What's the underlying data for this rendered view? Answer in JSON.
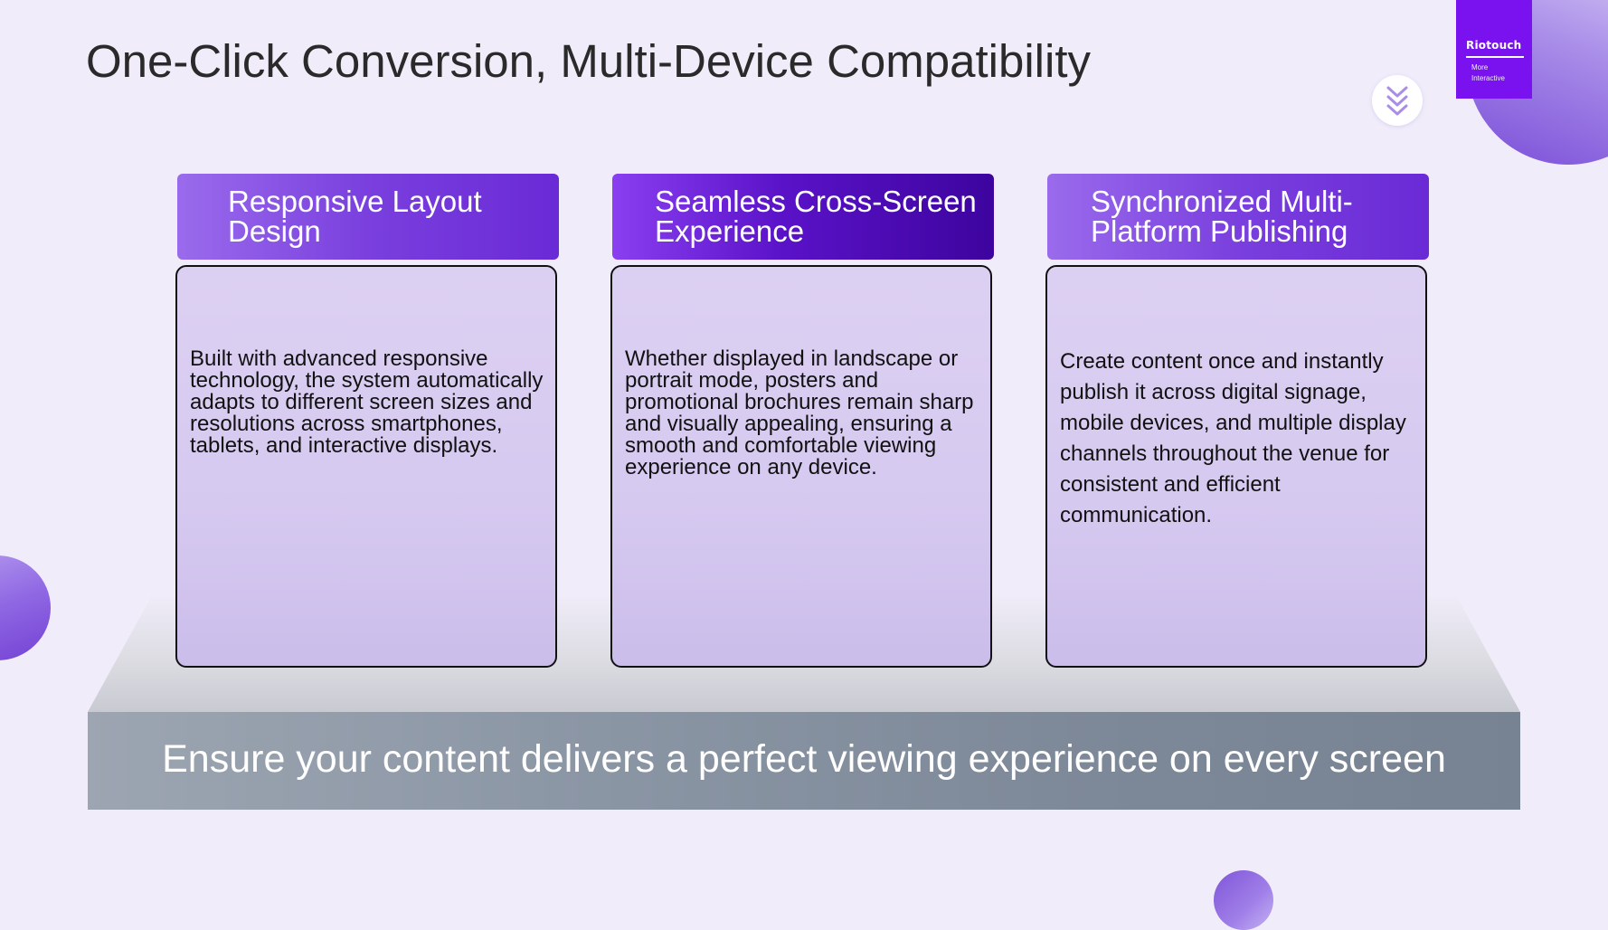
{
  "slide": {
    "title": "One-Click Conversion, Multi-Device Compatibility"
  },
  "logo": {
    "name": "Riotouch",
    "tagline": "More Interactive"
  },
  "columns": [
    {
      "heading": "Responsive Layout Design",
      "body": "Built with advanced responsive technology, the system automatically adapts to different screen sizes and resolutions across smartphones, tablets, and interactive displays."
    },
    {
      "heading": "Seamless Cross-Screen Experience",
      "body": "Whether displayed in landscape or portrait mode, posters and promotional brochures remain sharp and visually appealing, ensuring a smooth and comfortable viewing experience on any device."
    },
    {
      "heading": "Synchronized Multi-Platform Publishing",
      "body": "Create content once and instantly publish it across digital signage, mobile devices, and multiple display channels throughout the venue for consistent and efficient communication."
    }
  ],
  "banner": {
    "text": "Ensure your content delivers a perfect viewing experience on every screen"
  },
  "icons": {
    "scroll": "chevron-double-down-icon"
  },
  "colors": {
    "accent": "#7a12f0",
    "header_purple": "#7a3fde",
    "header_dark_purple": "#3d049e",
    "card_fill": "#d6c9f0",
    "banner_gray": "#8b96a5",
    "background": "#f0ecfa"
  }
}
